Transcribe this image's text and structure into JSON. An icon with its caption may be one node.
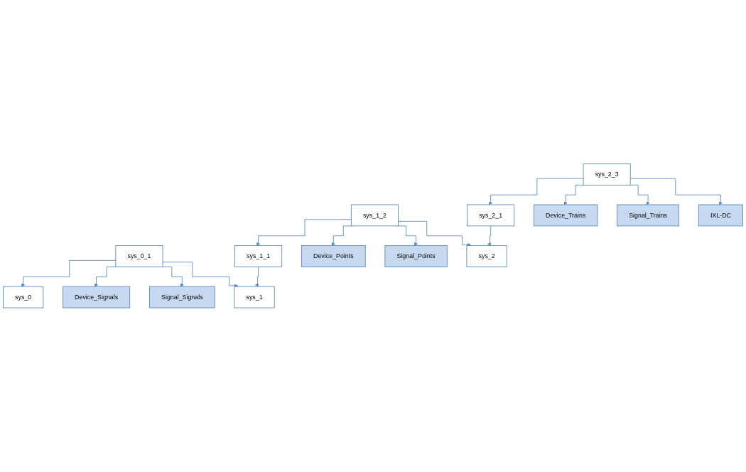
{
  "diagram": {
    "nodes": [
      {
        "text": [
          "sys_0"
        ]
      },
      {
        "text": [
          "sys_0_1"
        ]
      },
      {
        "text": [
          "Device_Signals"
        ]
      },
      {
        "text": [
          "Signal_Signals"
        ]
      },
      {
        "text": [
          "sys_1"
        ]
      },
      {
        "text": [
          "sys_1_1"
        ]
      },
      {
        "text": [
          "sys_1_2"
        ]
      },
      {
        "text": [
          "Device_Points"
        ]
      },
      {
        "text": [
          "Signal_Points"
        ]
      },
      {
        "text": [
          "sys_2"
        ]
      },
      {
        "text": [
          "sys_2_1"
        ]
      },
      {
        "text": [
          "sys_2_3"
        ]
      },
      {
        "text": [
          "Device_Trains"
        ]
      },
      {
        "text": [
          "Signal_Trains"
        ]
      },
      {
        "text": [
          "IXL-DC"
        ]
      }
    ],
    "edges": [
      {
        "from": 1,
        "to": 0,
        "arrow": "to"
      },
      {
        "from": 1,
        "to": 2,
        "arrow": "to"
      },
      {
        "from": 1,
        "to": 3,
        "arrow": "to"
      },
      {
        "from": 1,
        "to": 4,
        "arrow": "to"
      },
      {
        "from": 5,
        "to": 4,
        "arrow": "to"
      },
      {
        "from": 6,
        "to": 5,
        "arrow": "to"
      },
      {
        "from": 6,
        "to": 7,
        "arrow": "to"
      },
      {
        "from": 6,
        "to": 8,
        "arrow": "to"
      },
      {
        "from": 6,
        "to": 9,
        "arrow": "to"
      },
      {
        "from": 10,
        "to": 9,
        "arrow": "to"
      },
      {
        "from": 11,
        "to": 10,
        "arrow": "to"
      },
      {
        "from": 11,
        "to": 12,
        "arrow": "to"
      },
      {
        "from": 11,
        "to": 13,
        "arrow": "to"
      },
      {
        "from": 11,
        "to": 14,
        "arrow": "to"
      }
    ]
  }
}
